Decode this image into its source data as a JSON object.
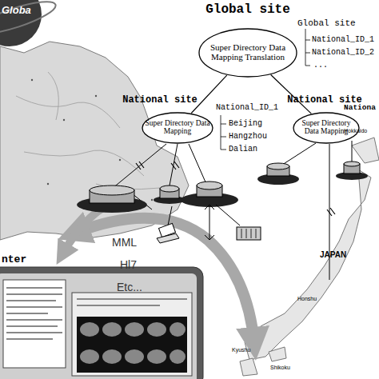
{
  "diagram": {
    "nodes": [
      {
        "text": [
          "Global site",
          "Super Directory Data Mapping Translation"
        ]
      },
      {
        "text": [
          "National site",
          "Super Directory Data Mapping"
        ]
      },
      {
        "text": [
          "National site",
          "Super Directory Data Mapping"
        ]
      }
    ],
    "edges": [
      {
        "from": 0,
        "to": 1,
        "arrow": "none"
      },
      {
        "from": 0,
        "to": 2,
        "arrow": "none"
      }
    ],
    "labels": [
      "Globa",
      "Global site",
      "National_ID_1",
      "National_ID_2",
      "...",
      "National_ID_1",
      "Beijing",
      "Hangzhou",
      "Dalian",
      "Nationa",
      "nter",
      "MML",
      "Hl7",
      "Etc...",
      "JAPAN",
      "Hokkaido",
      "Honshu",
      "Kyushu",
      "Shikoku"
    ]
  }
}
